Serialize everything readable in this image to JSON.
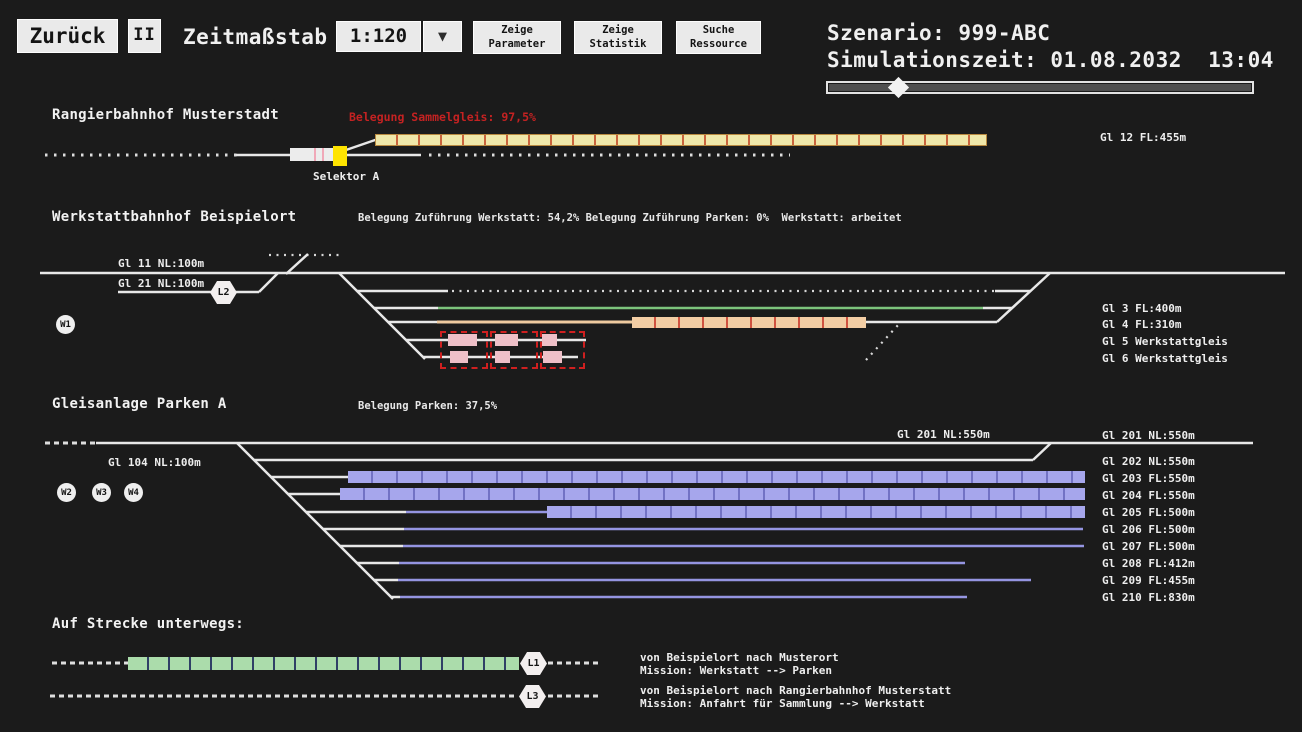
{
  "colors": {
    "background": "#1b1b1b",
    "panel_text": "#f0f0f0",
    "alert_red": "#c42222",
    "selector_yellow": "#ffe400",
    "wagon_yellow": "#efe7a9",
    "wagon_peach": "#f2cda4",
    "wagon_pink": "#eec0c8",
    "wagon_purple": "#a6a6ec",
    "wagon_green": "#abdcab",
    "track_green": "#7cc47c",
    "track_lavender": "#9595e2",
    "workshop_box_red": "#cf2020"
  },
  "toolbar": {
    "back": "Zurück",
    "pause": "II",
    "timescale_label": "Zeitmaßstab",
    "timescale_value": "1:120",
    "dropdown_icon": "▼",
    "show_parameter": [
      "Zeige",
      "Parameter"
    ],
    "show_statistic": [
      "Zeige",
      "Statistik"
    ],
    "search_resource": [
      "Suche",
      "Ressource"
    ]
  },
  "status_panel": {
    "scenario": "Szenario: 999-ABC",
    "simulation_time": "Simulationszeit: 01.08.2032  13:04"
  },
  "rangierbahnhof": {
    "title": "Rangierbahnhof Musterstadt",
    "occupancy_alert": "Belegung Sammelgleis: 97,5%",
    "selector_label": "Selektor A",
    "track_label": "Gl 12 FL:455m"
  },
  "werkstattbahnhof": {
    "title": "Werkstattbahnhof Beispielort",
    "status_line": "Belegung Zuführung Werkstatt: 54,2% Belegung Zuführung Parken: 0%  Werkstatt: arbeitet",
    "gl11_label": "Gl 11 NL:100m",
    "gl21_label": "Gl 21 NL:100m",
    "badge_w1": "W1",
    "badge_l2": "L2",
    "right_labels": [
      "Gl 3 FL:400m",
      "Gl 4 FL:310m",
      "Gl 5 Werkstattgleis",
      "Gl 6 Werkstattgleis"
    ]
  },
  "parken": {
    "title": "Gleisanlage Parken A",
    "status_line": "Belegung Parken: 37,5%",
    "gl201_label": "Gl 201 NL:550m",
    "gl104_label": "Gl 104 NL:100m",
    "badges": [
      "W2",
      "W3",
      "W4"
    ],
    "right_labels": [
      "Gl 201 NL:550m",
      "Gl 202 NL:550m",
      "Gl 203 FL:550m",
      "Gl 204 FL:550m",
      "Gl 205 FL:500m",
      "Gl 206 FL:500m",
      "Gl 207 FL:500m",
      "Gl 208 FL:412m",
      "Gl 209 FL:455m",
      "Gl 210 FL:830m"
    ]
  },
  "strecke": {
    "title": "Auf Strecke unterwegs:",
    "trains": [
      {
        "badge": "L1",
        "route": "von Beispielort nach Musterort",
        "mission": "Mission: Werkstatt --> Parken"
      },
      {
        "badge": "L3",
        "route": "von Beispielort nach Rangierbahnhof Musterstatt",
        "mission": "Mission: Anfahrt für Sammlung --> Werkstatt"
      }
    ]
  }
}
